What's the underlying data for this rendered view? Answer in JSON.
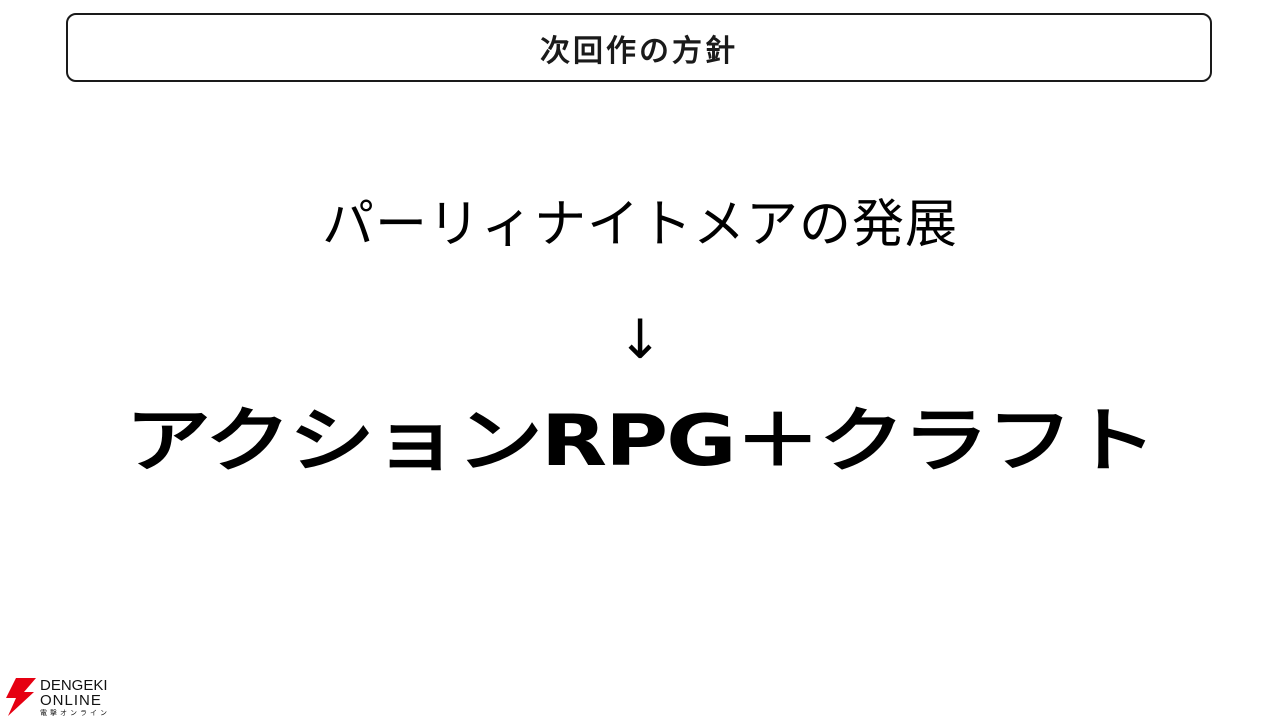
{
  "slide": {
    "title": "次回作の方針",
    "line1": "パーリィナイトメアの発展",
    "arrow": "↓",
    "line2": "アクションRPG＋クラフト"
  },
  "watermark": {
    "line1": "DENGEKI",
    "line2": "ONLINE",
    "kana": "電撃オンライン",
    "icon": "lightning-bolt-icon",
    "accent_color": "#e60012"
  }
}
